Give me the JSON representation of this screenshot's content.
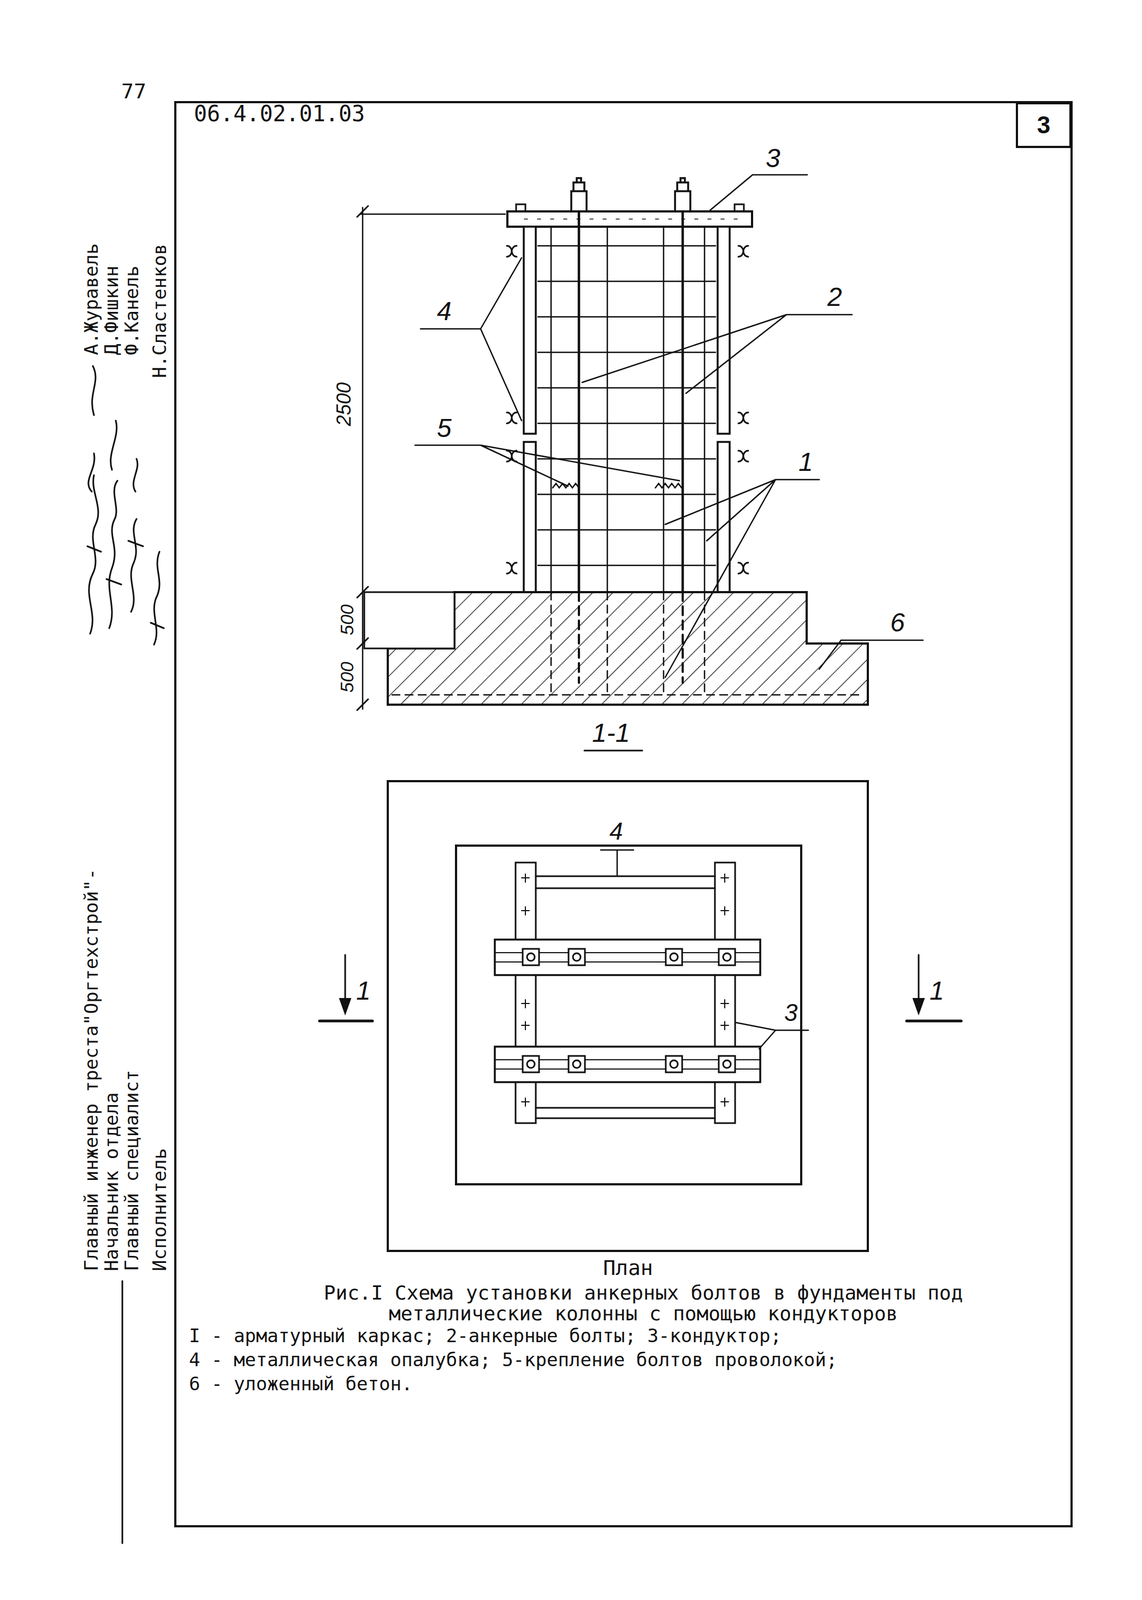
{
  "diagram": {
    "caption": "Рис.I Схема установки анкерных болтов в фундаменты под металлические колонны с помощью кондукторов",
    "nodes": [
      {
        "text": [
          "3"
        ]
      }
    ],
    "labels": [
      "77",
      "06.4.02.01.03",
      "Главный инженер треста\"Оргтехстрой\"-",
      "Начальник отдела",
      "Главный специалист",
      "Исполнитель",
      "А.Журавель",
      "Д.Фишкин",
      "Ф.Канель",
      "Н.Сластенков",
      "3",
      "4",
      "2",
      "5",
      "1",
      "6",
      "2500",
      "500",
      "500",
      "1-1",
      "4",
      "3",
      "1",
      "1",
      "План",
      "I - арматурный каркас; 2-анкерные болты; 3-кондуктор;",
      "4 - металлическая опалубка; 5-крепление болтов проволокой;",
      "6 - уложенный бетон."
    ]
  }
}
